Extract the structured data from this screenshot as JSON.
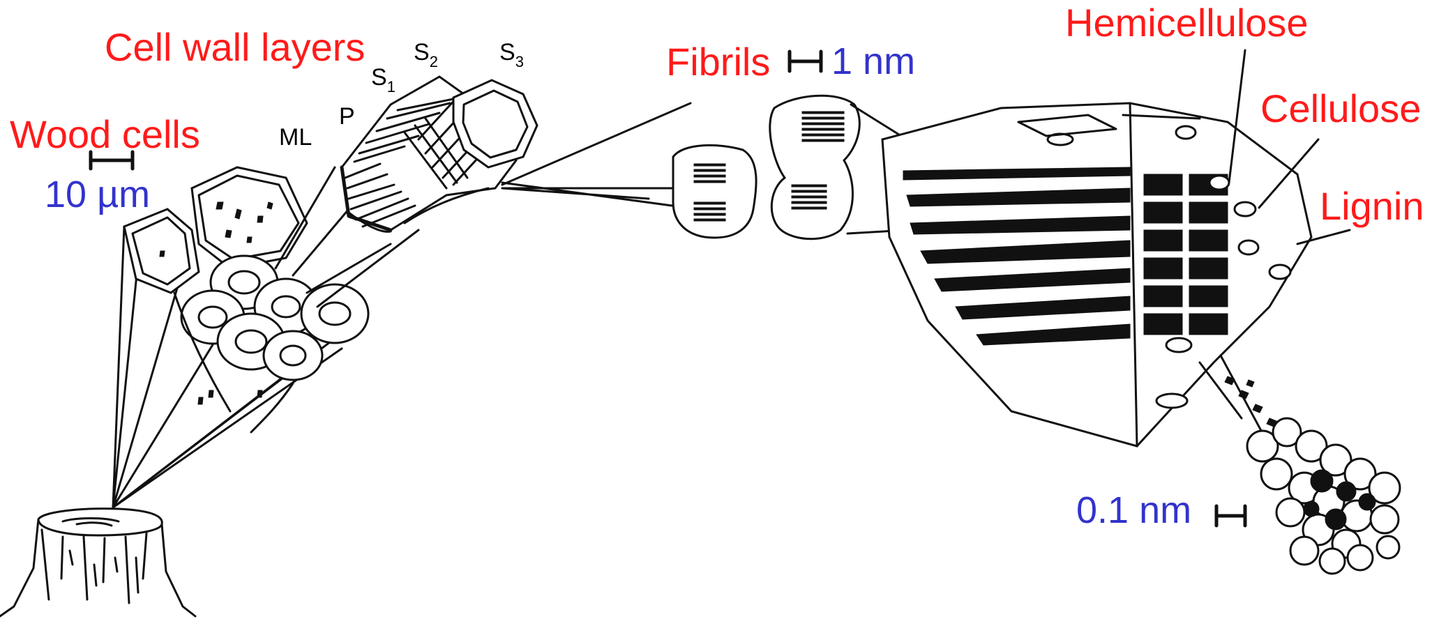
{
  "labels": {
    "wood_cells": "Wood cells",
    "wood_cells_scale": "10 µm",
    "cell_wall_layers": "Cell wall layers",
    "fibrils": "Fibrils",
    "fibrils_scale": "1 nm",
    "hemicellulose": "Hemicellulose",
    "cellulose": "Cellulose",
    "lignin": "Lignin",
    "molecular_scale": "0.1 nm"
  },
  "layer_names": {
    "ml": "ML",
    "p": "P",
    "s1": "S",
    "s1_sub": "1",
    "s2": "S",
    "s2_sub": "2",
    "s3": "S",
    "s3_sub": "3"
  },
  "colors": {
    "label_red": "#ff1a1a",
    "scale_blue": "#3333cc",
    "ink": "#111111"
  }
}
